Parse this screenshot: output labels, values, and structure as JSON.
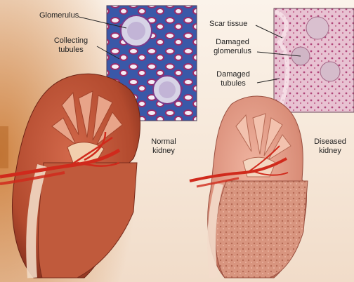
{
  "labels": {
    "glomerulus": "Glomerulus",
    "collecting_tubules_1": "Collecting",
    "collecting_tubules_2": "tubules",
    "scar_tissue": "Scar tissue",
    "damaged_glomerulus_1": "Damaged",
    "damaged_glomerulus_2": "glomerulus",
    "damaged_tubules_1": "Damaged",
    "damaged_tubules_2": "tubules",
    "normal_kidney_1": "Normal",
    "normal_kidney_2": "kidney",
    "diseased_kidney_1": "Diseased",
    "diseased_kidney_2": "kidney"
  },
  "colors": {
    "background": "#f6e7d8",
    "side_glow": "#c9732a",
    "normal_kidney": "#b24a2e",
    "diseased_kidney": "#d98d78",
    "artery": "#d02a1c",
    "normal_tissue": "#3a58a8",
    "diseased_tissue": "#e8c2d2"
  }
}
